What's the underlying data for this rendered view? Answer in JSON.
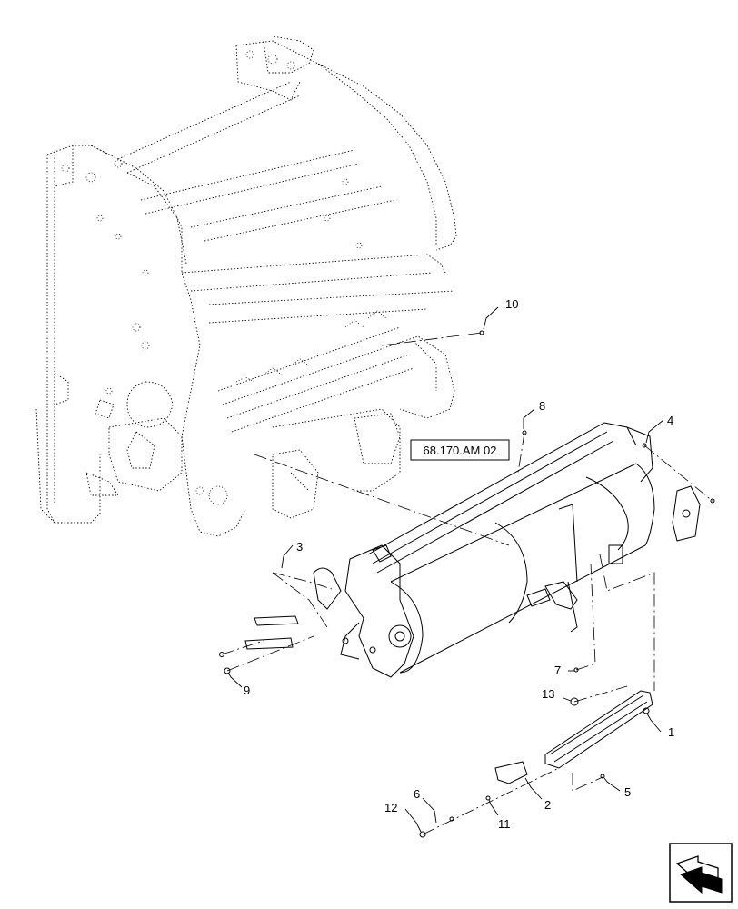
{
  "reference_box": "68.170.AM 02",
  "callouts": {
    "c1": "1",
    "c2": "2",
    "c3": "3",
    "c4": "4",
    "c5": "5",
    "c6": "6",
    "c7": "7",
    "c8": "8",
    "c9": "9",
    "c10": "10",
    "c11": "11",
    "c12": "12",
    "c13": "13"
  },
  "icons": {
    "nav": "next-page-arrow-icon"
  }
}
